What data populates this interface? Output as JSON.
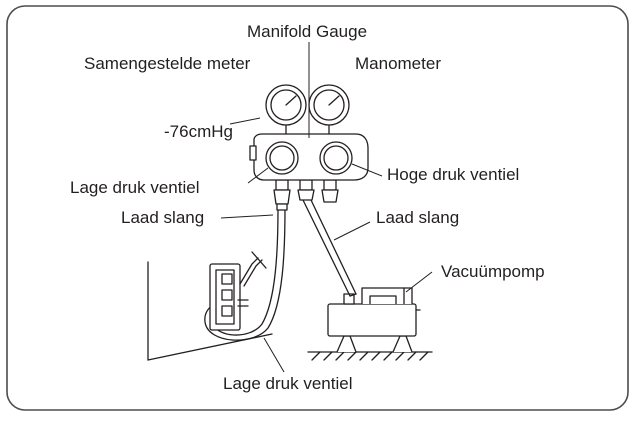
{
  "labels": {
    "manifold_gauge": "Manifold Gauge",
    "compound_meter": "Samengestelde meter",
    "manometer": "Manometer",
    "vacuum_reading": "-76cmHg",
    "low_pressure_valve": "Lage druk ventiel",
    "high_pressure_valve": "Hoge druk ventiel",
    "charge_hose_left": "Laad slang",
    "charge_hose_right": "Laad slang",
    "vacuum_pump": "Vacuümpomp",
    "low_pressure_valve_bottom": "Lage druk ventiel"
  },
  "colors": {
    "line": "#231f20",
    "frame": "#4d4d4d",
    "fill": "#ffffff"
  }
}
